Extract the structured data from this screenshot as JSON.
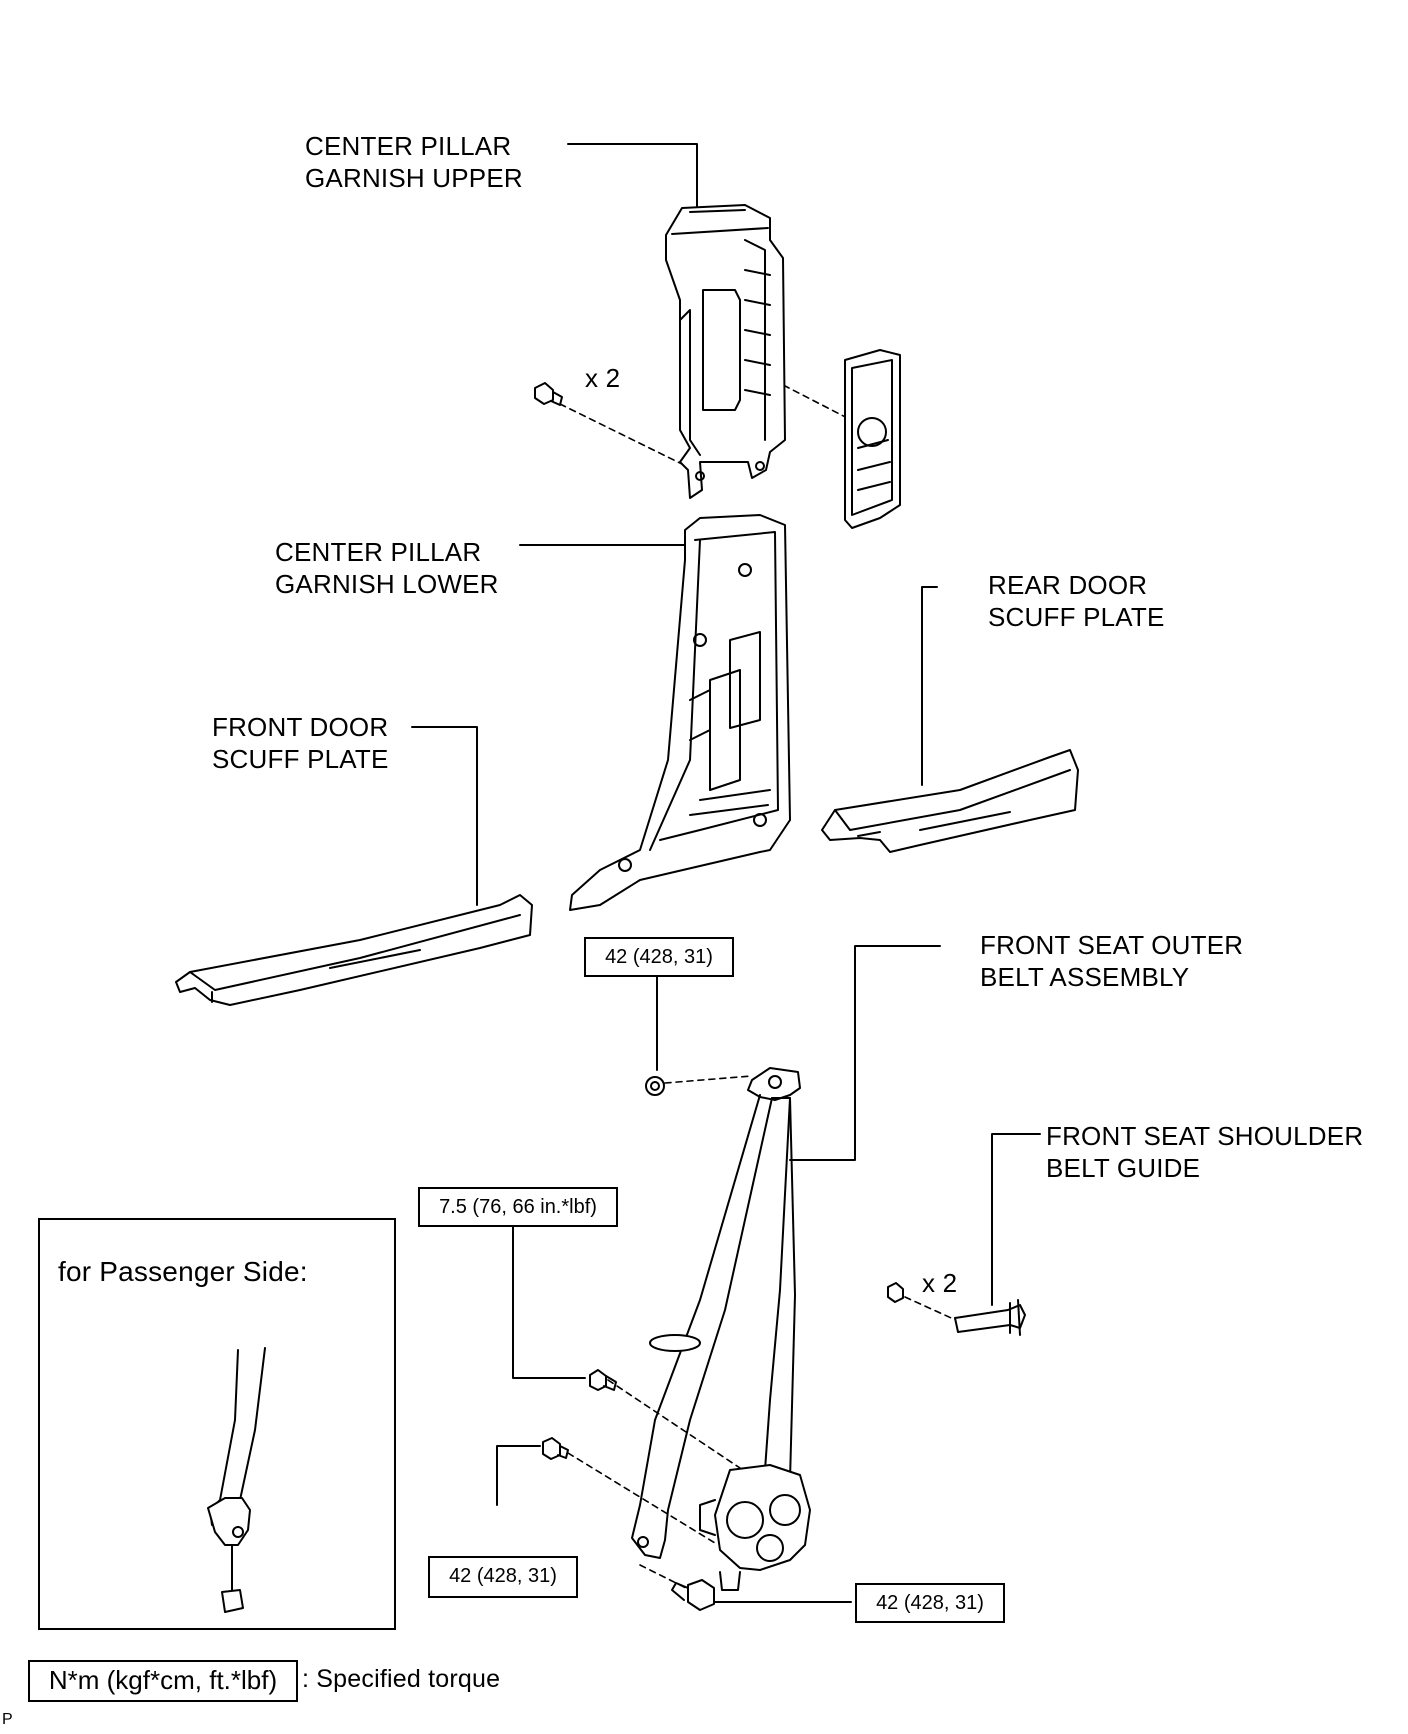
{
  "labels": {
    "center_pillar_upper": [
      "CENTER PILLAR",
      "GARNISH UPPER"
    ],
    "center_pillar_lower": [
      "CENTER PILLAR",
      "GARNISH LOWER"
    ],
    "rear_door_scuff": [
      "REAR DOOR",
      "SCUFF PLATE"
    ],
    "front_door_scuff": [
      "FRONT DOOR",
      "SCUFF PLATE"
    ],
    "front_seat_outer_belt": [
      "FRONT SEAT OUTER",
      "BELT ASSEMBLY"
    ],
    "front_seat_shoulder_guide": [
      "FRONT SEAT SHOULDER",
      "BELT GUIDE"
    ],
    "qty_upper_clips": "x 2",
    "qty_guide_screws": "x 2"
  },
  "torques": {
    "anchor_top": "42 (428, 31)",
    "shoulder_adjuster": "7.5 (76, 66 in.*lbf)",
    "retractor_left": "42 (428, 31)",
    "lower_anchor": "42 (428, 31)"
  },
  "inset": {
    "title": "for Passenger Side:"
  },
  "legend": {
    "box_text": "N*m (kgf*cm, ft.*lbf)",
    "description": ": Specified torque"
  },
  "corner_mark": "P",
  "colors": {
    "line": "#000000",
    "part_fill": "#ffffff",
    "part_shade": "#d9d9d9"
  }
}
